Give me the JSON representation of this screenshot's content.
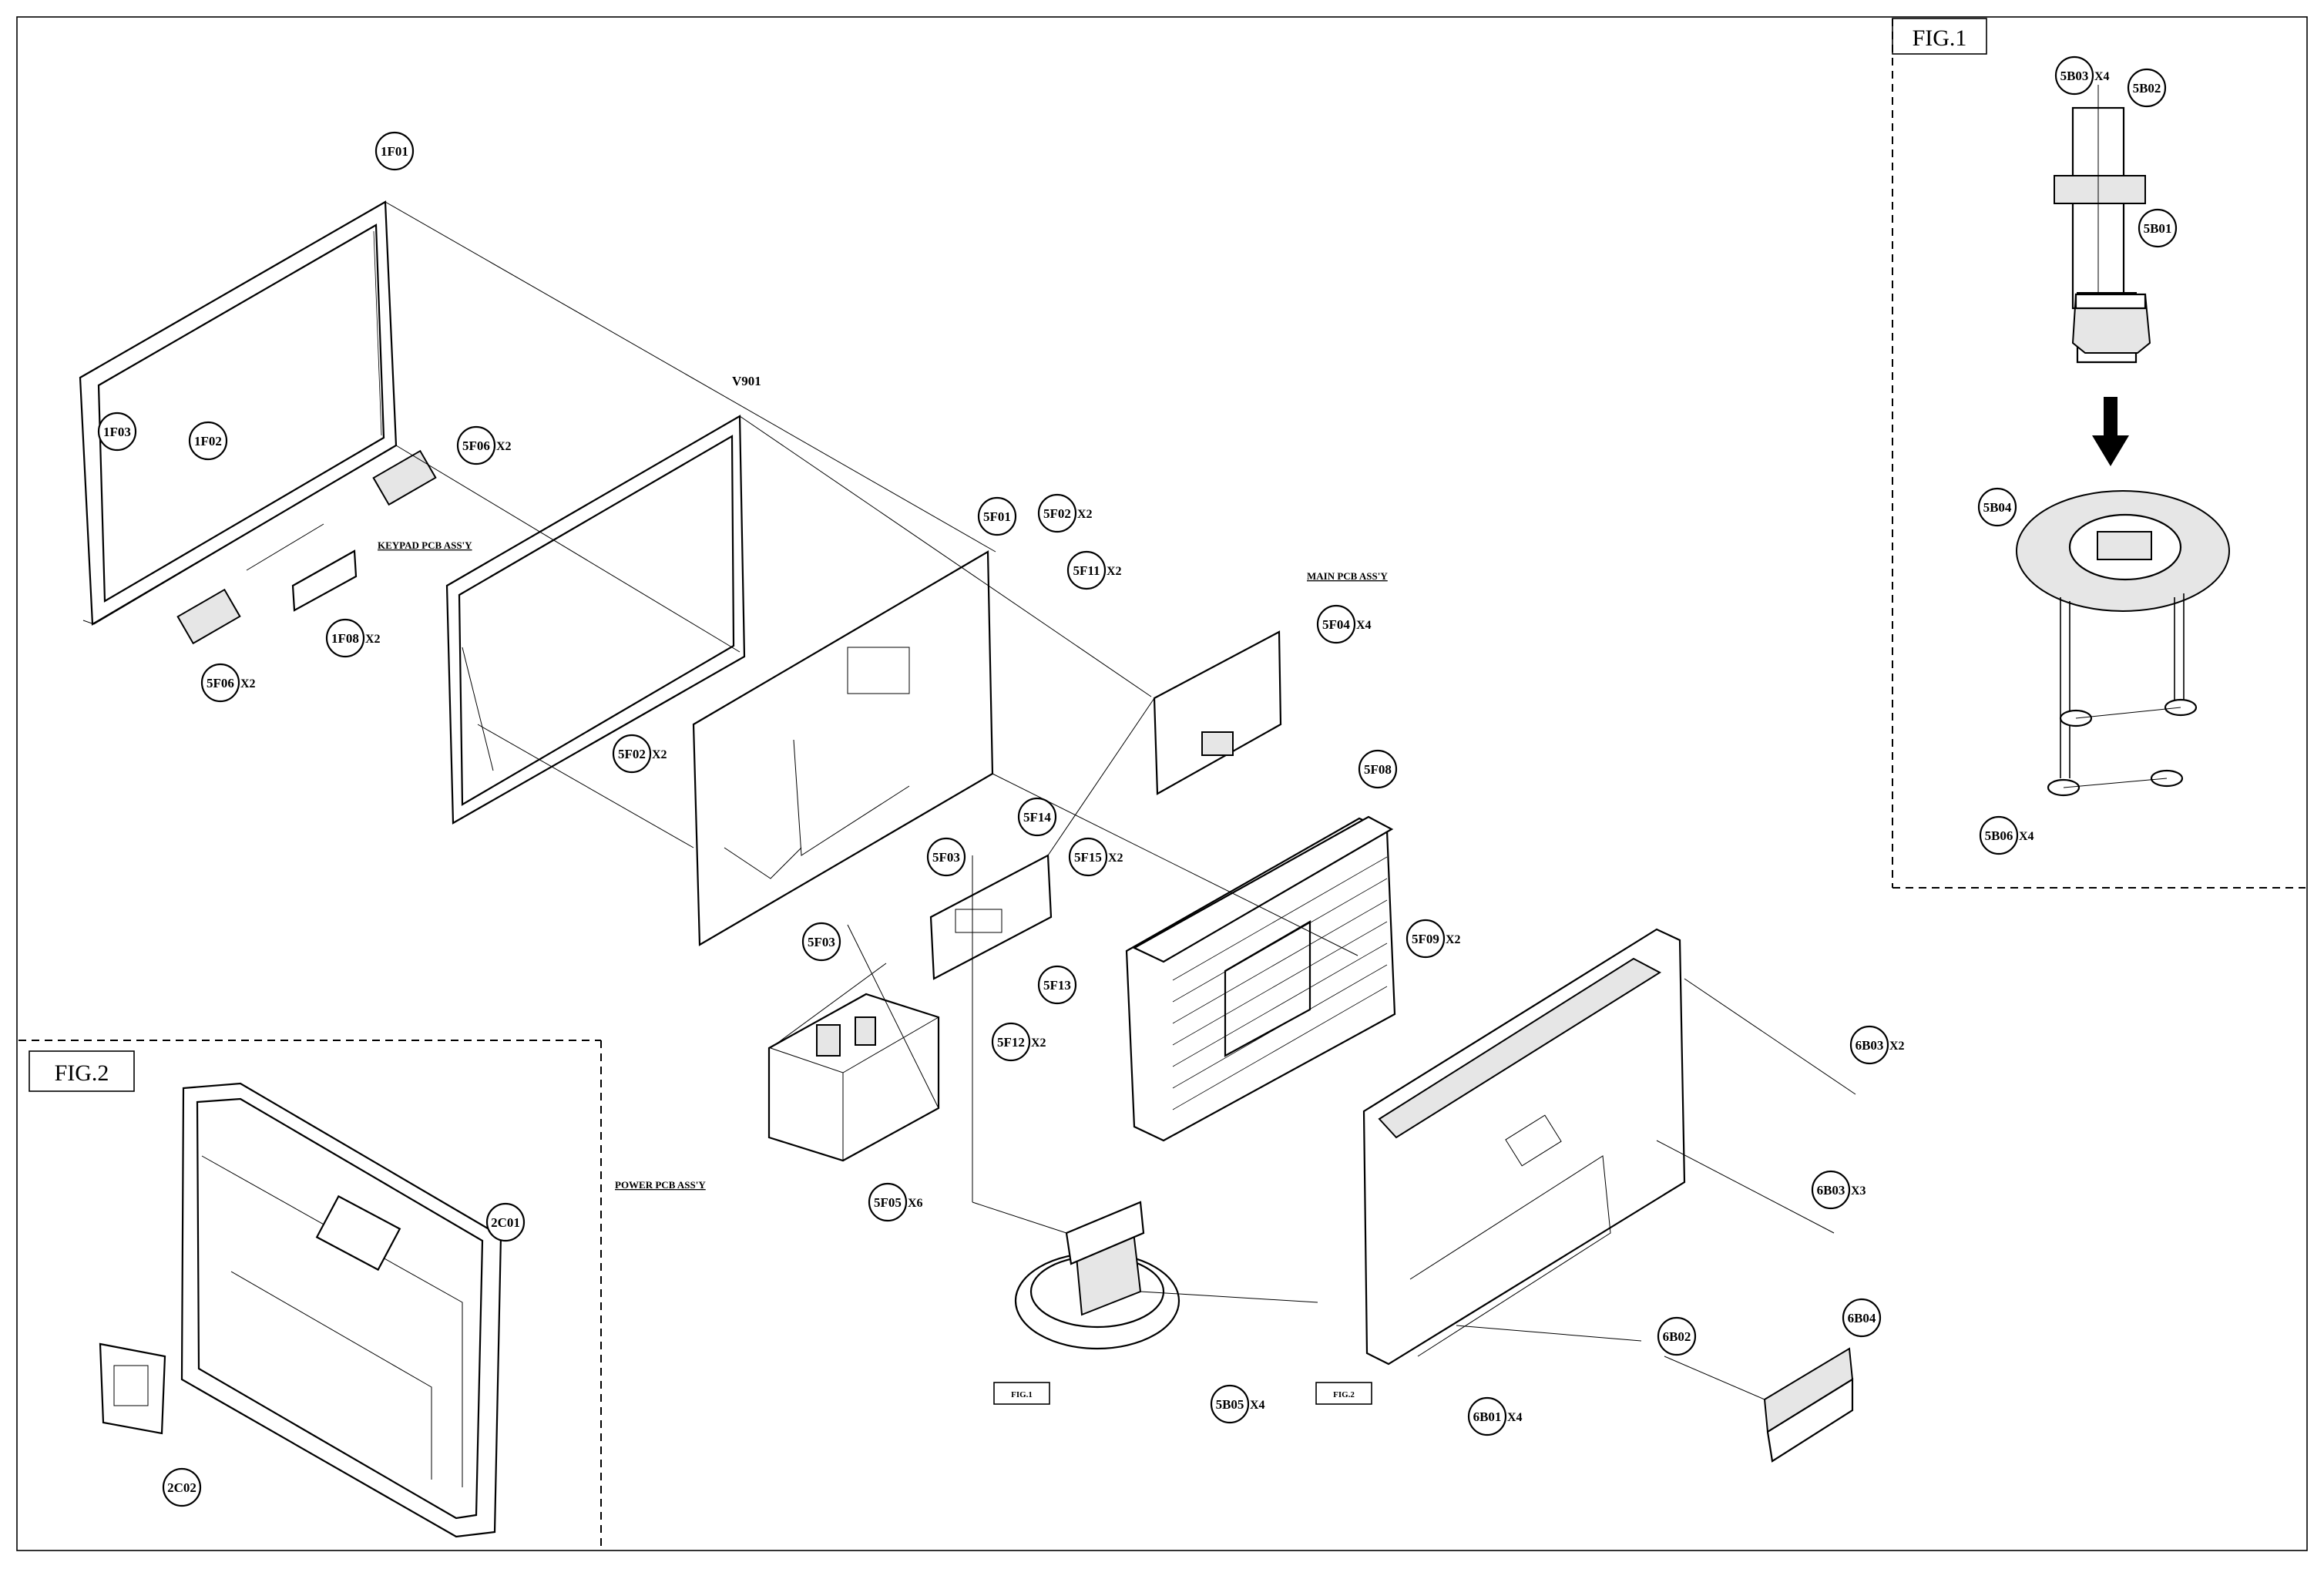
{
  "diagram": {
    "fig_labels": {
      "fig1": "FIG.1",
      "fig2": "FIG.2"
    },
    "callouts": [
      {
        "id": "1F01",
        "mult": ""
      },
      {
        "id": "1F02",
        "mult": ""
      },
      {
        "id": "1F03",
        "mult": ""
      },
      {
        "id": "5F06",
        "mult": "X2"
      },
      {
        "id": "5F06",
        "mult": "X2"
      },
      {
        "id": "1F08",
        "mult": "X2"
      },
      {
        "id": "5F01",
        "mult": ""
      },
      {
        "id": "5F02",
        "mult": "X2"
      },
      {
        "id": "5F11",
        "mult": "X2"
      },
      {
        "id": "5F04",
        "mult": "X4"
      },
      {
        "id": "5F02",
        "mult": "X2"
      },
      {
        "id": "5F03",
        "mult": ""
      },
      {
        "id": "5F03",
        "mult": ""
      },
      {
        "id": "5F14",
        "mult": ""
      },
      {
        "id": "5F15",
        "mult": "X2"
      },
      {
        "id": "5F13",
        "mult": ""
      },
      {
        "id": "5F12",
        "mult": "X2"
      },
      {
        "id": "5F08",
        "mult": ""
      },
      {
        "id": "5F09",
        "mult": "X2"
      },
      {
        "id": "5F05",
        "mult": "X6"
      },
      {
        "id": "5B05",
        "mult": "X4"
      },
      {
        "id": "6B03",
        "mult": "X2"
      },
      {
        "id": "6B03",
        "mult": "X3"
      },
      {
        "id": "6B02",
        "mult": ""
      },
      {
        "id": "6B04",
        "mult": ""
      },
      {
        "id": "6B01",
        "mult": "X4"
      },
      {
        "id": "2C01",
        "mult": ""
      },
      {
        "id": "2C02",
        "mult": ""
      },
      {
        "id": "5B03",
        "mult": "X4"
      },
      {
        "id": "5B02",
        "mult": ""
      },
      {
        "id": "5B01",
        "mult": ""
      },
      {
        "id": "5B04",
        "mult": ""
      },
      {
        "id": "5B06",
        "mult": "X4"
      }
    ],
    "plain_labels": {
      "panel": "V901"
    },
    "assembly_labels": {
      "keypad": "KEYPAD PCB ASS'Y",
      "main": "MAIN PCB ASS'Y",
      "power": "POWER PCB ASS'Y"
    },
    "ref_tags": {
      "fig1_tag": "FIG.1",
      "fig2_tag": "FIG.2"
    }
  }
}
